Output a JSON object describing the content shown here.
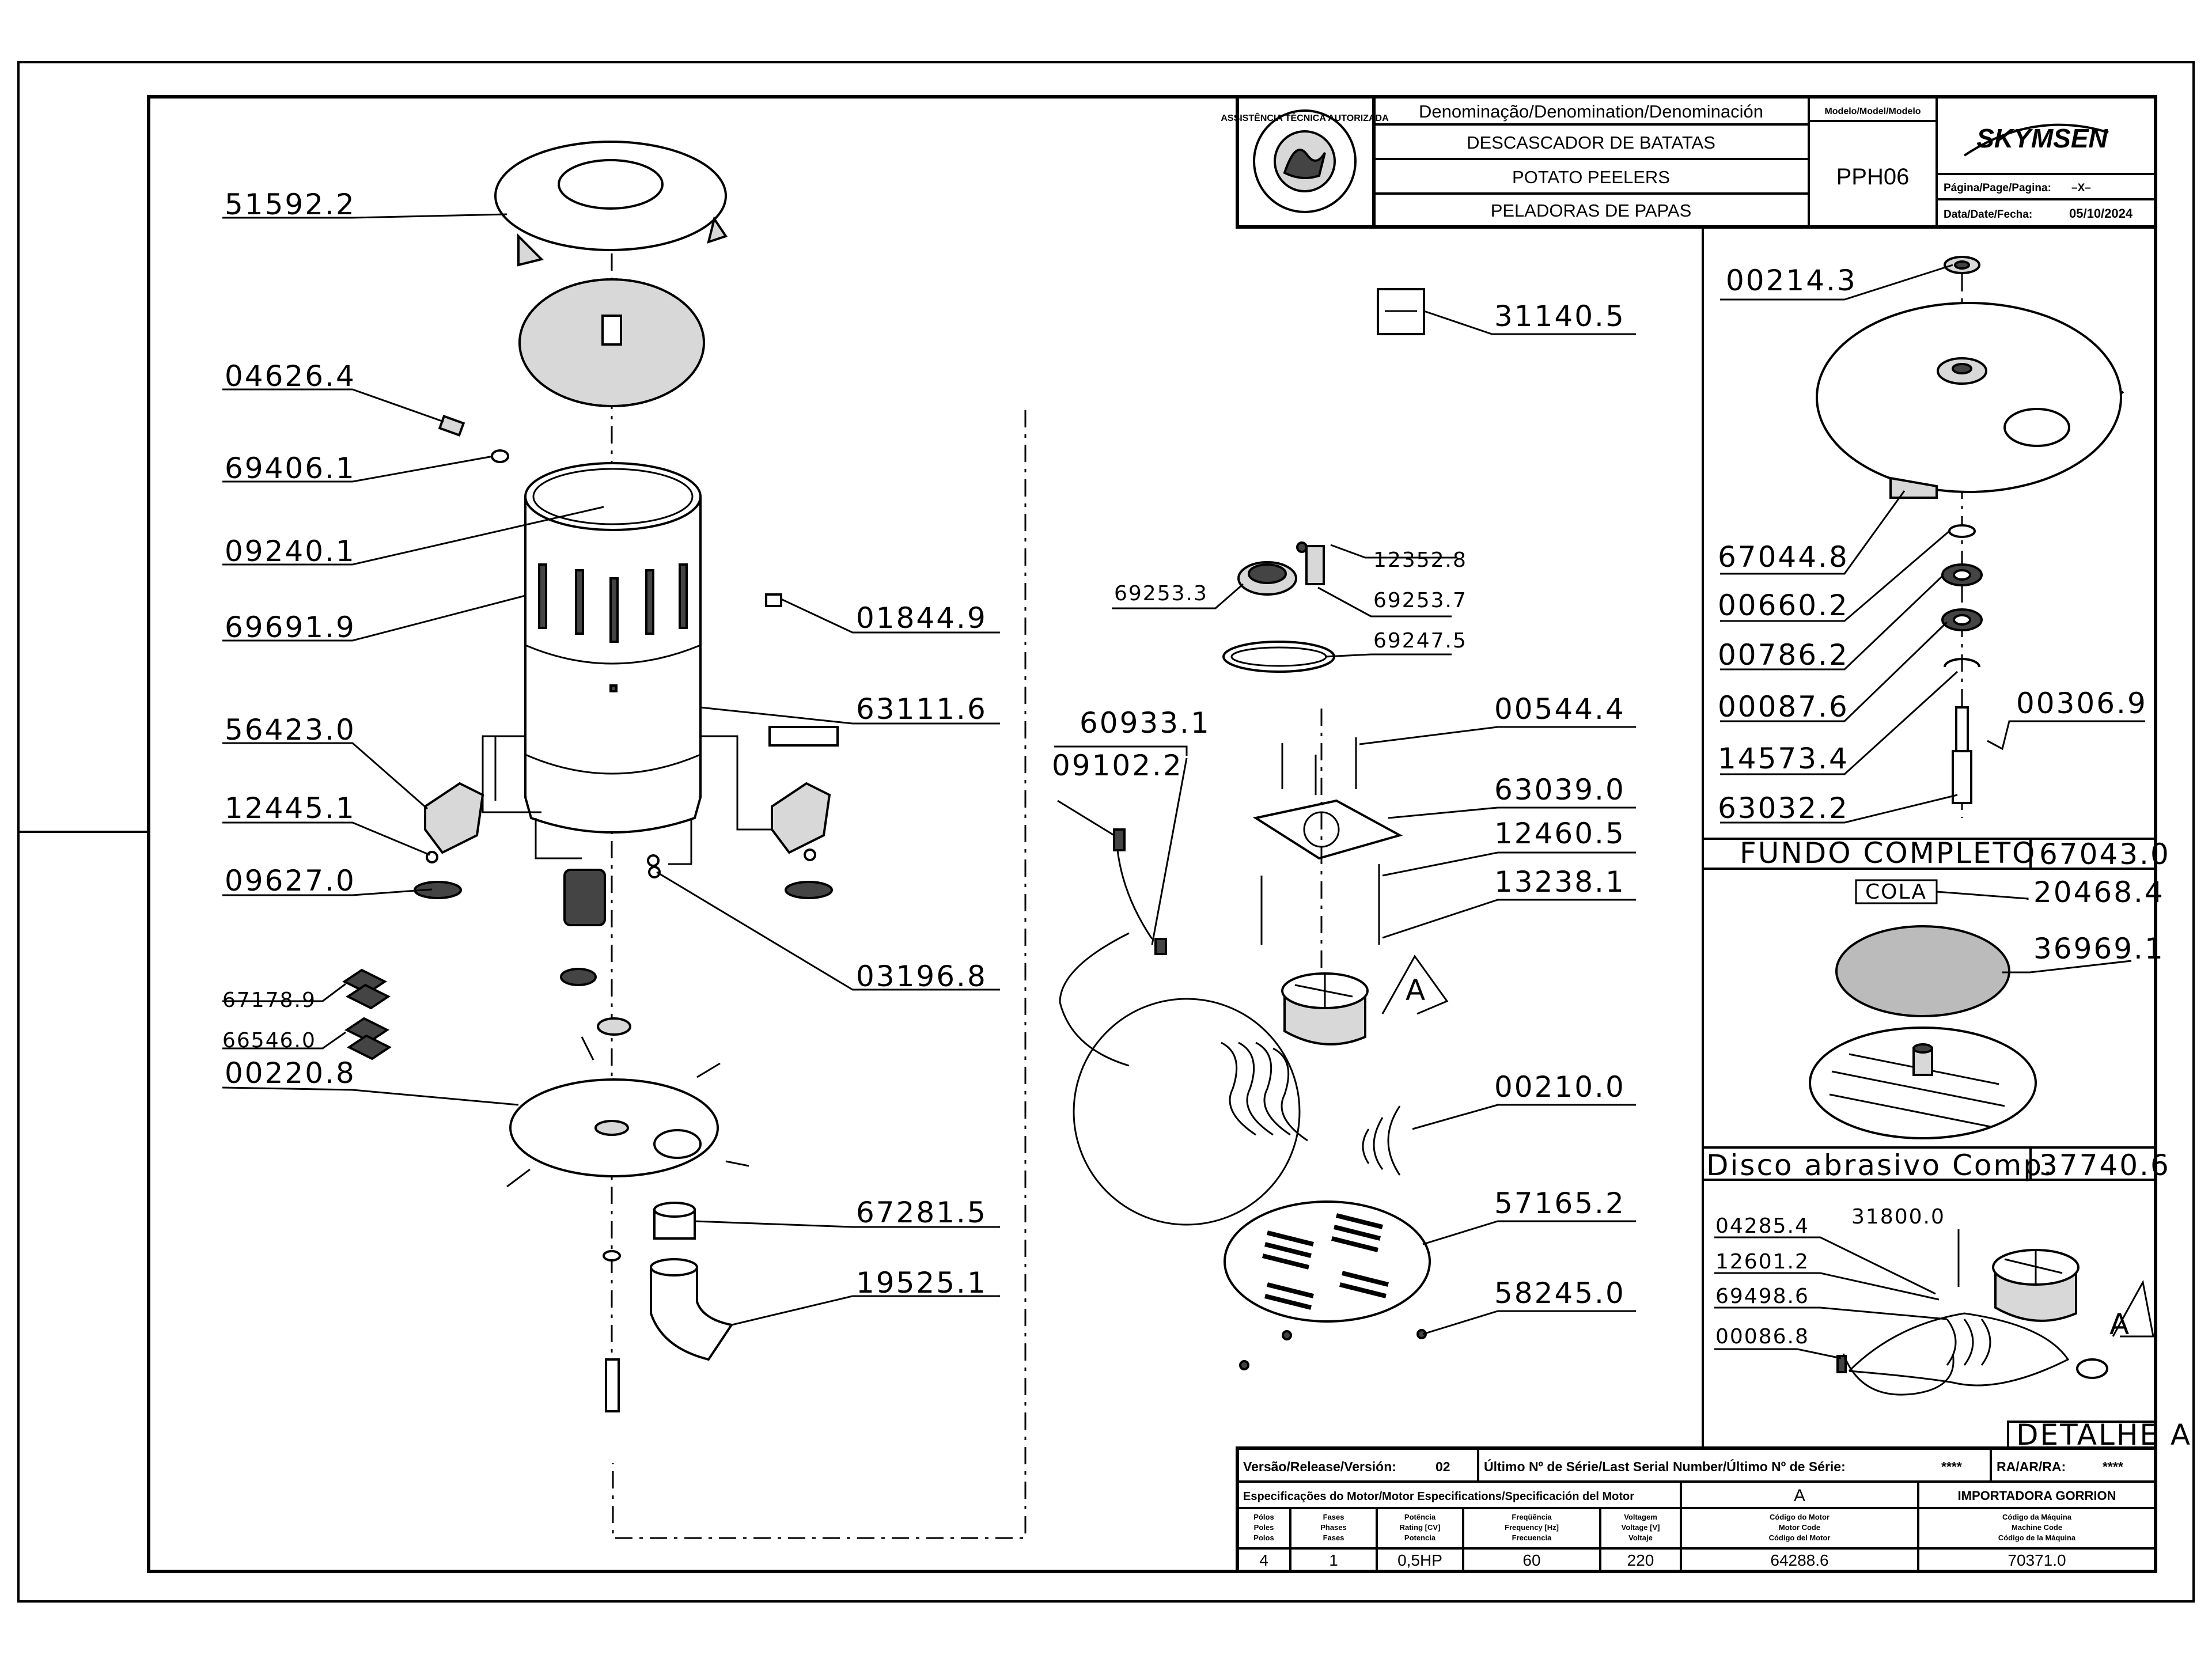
{
  "title_block": {
    "denomination_header": "Denominação/Denomination/Denominación",
    "model_header": "Modelo/Model/Modelo",
    "names": [
      "DESCASCADOR DE BATATAS",
      "POTATO PEELERS",
      "PELADORAS DE PAPAS"
    ],
    "model": "PPH06",
    "brand": "SKYMSEN",
    "page_label": "Página/Page/Pagina:",
    "page_value": "–X–",
    "date_label": "Data/Date/Fecha:",
    "date_value": "05/10/2024",
    "seal_text": "ASSISTÊNCIA TÉCNICA AUTORIZADA"
  },
  "parts": {
    "p51592_2": "51592.2",
    "p04626_4": "04626.4",
    "p69406_1": "69406.1",
    "p09240_1": "09240.1",
    "p69691_9": "69691.9",
    "p01844_9": "01844.9",
    "p63111_6": "63111.6",
    "p56423_0": "56423.0",
    "p12445_1": "12445.1",
    "p09627_0": "09627.0",
    "p03196_8": "03196.8",
    "p67178_9": "67178.9",
    "p66546_0": "66546.0",
    "p00220_8": "00220.8",
    "p67281_5": "67281.5",
    "p19525_1": "19525.1",
    "p31140_5": "31140.5",
    "p12352_8": "12352.8",
    "p69253_3": "69253.3",
    "p69253_7": "69253.7",
    "p69247_5": "69247.5",
    "p60933_1": "60933.1",
    "p09102_2": "09102.2",
    "p00544_4": "00544.4",
    "p63039_0": "63039.0",
    "p12460_5": "12460.5",
    "p13238_1": "13238.1",
    "detail_marker": "A",
    "p00210_0": "00210.0",
    "p57165_2": "57165.2",
    "p58245_0": "58245.0",
    "p00214_3": "00214.3",
    "p67044_8": "67044.8",
    "p00660_2": "00660.2",
    "p00786_2": "00786.2",
    "p00087_6": "00087.6",
    "p00306_9": "00306.9",
    "p14573_4": "14573.4",
    "p63032_2": "63032.2",
    "fundo_label": "FUNDO COMPLETO",
    "fundo_code": "67043.0",
    "cola_label": "COLA",
    "p20468_4": "20468.4",
    "p36969_1": "36969.1",
    "disco_label": "Disco abrasivo Comp.",
    "disco_code": "37740.6",
    "p04285_4": "04285.4",
    "p31800_0": "31800.0",
    "p12601_2": "12601.2",
    "p69498_6": "69498.6",
    "p00086_8": "00086.8",
    "detalhe_label": "DETALHE A",
    "detail_a_big": "A"
  },
  "spec_block": {
    "version_label": "Versão/Release/Versión:",
    "version_value": "02",
    "serial_label": "Último Nº de Série/Last Serial Number/Último Nº de Série:",
    "serial_value": "****",
    "ra_label": "RA/AR/RA:",
    "ra_value": "****",
    "motor_spec_label": "Especificações do Motor/Motor Especifications/Specificación del Motor",
    "motor_code_letter": "A",
    "importer": "IMPORTADORA GORRION",
    "col_headers": [
      [
        "Pólos",
        "Poles",
        "Polos"
      ],
      [
        "Fases",
        "Phases",
        "Fases"
      ],
      [
        "Potência",
        "Rating [CV]",
        "Potencia"
      ],
      [
        "Freqüência",
        "Frequency [Hz]",
        "Frecuencia"
      ],
      [
        "Voltagem",
        "Voltage [V]",
        "Voltaje"
      ],
      [
        "Código do Motor",
        "Motor Code",
        "Código del Motor"
      ],
      [
        "Código da Máquina",
        "Machine Code",
        "Código de la Máquina"
      ]
    ],
    "values": [
      "4",
      "1",
      "0,5HP",
      "60",
      "220",
      "64288.6",
      "70371.0"
    ]
  }
}
